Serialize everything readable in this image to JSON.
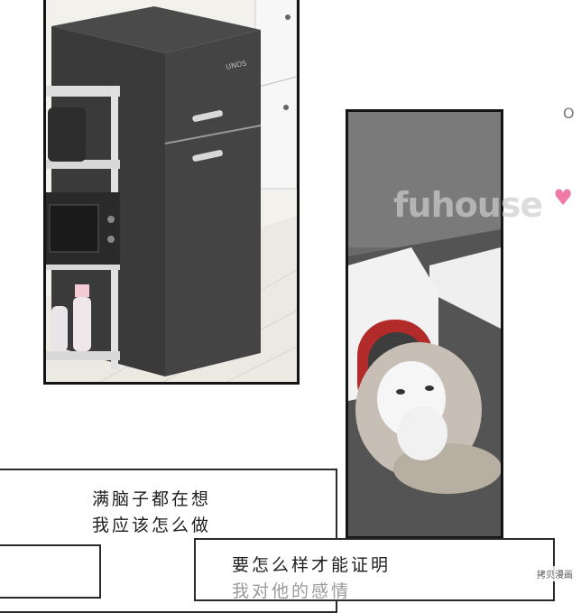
{
  "narration": {
    "box1": {
      "line1": "满脑子都在想",
      "line2": "我应该怎么做"
    },
    "box3": {
      "line1": "要怎么样才能证明",
      "line2": "我对他的感情"
    }
  },
  "fridge": {
    "brand": "UNOS"
  },
  "watermark": {
    "text": "fuhouse",
    "heart": "♥"
  },
  "speech_hint": "O",
  "corner_credit": "拷贝漫画",
  "colors": {
    "panel_border": "#141414",
    "fridge_body": "#3d3d3d",
    "wall": "#f3f1ec",
    "bed_red": "#b32a2a",
    "watermark_heart": "#f07aa6"
  }
}
